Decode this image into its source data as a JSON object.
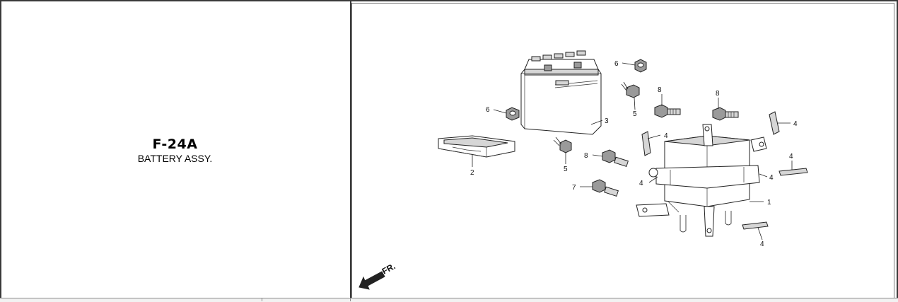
{
  "header": {
    "code": "F-24A",
    "name": "BATTERY ASSY."
  },
  "diagram": {
    "direction_label": "FR.",
    "callouts": [
      {
        "id": "c1",
        "label": "1"
      },
      {
        "id": "c2",
        "label": "2"
      },
      {
        "id": "c3",
        "label": "3"
      },
      {
        "id": "c4a",
        "label": "4"
      },
      {
        "id": "c4b",
        "label": "4"
      },
      {
        "id": "c4c",
        "label": "4"
      },
      {
        "id": "c4d",
        "label": "4"
      },
      {
        "id": "c4e",
        "label": "4"
      },
      {
        "id": "c4f",
        "label": "4"
      },
      {
        "id": "c5a",
        "label": "5"
      },
      {
        "id": "c5b",
        "label": "5"
      },
      {
        "id": "c6a",
        "label": "6"
      },
      {
        "id": "c6b",
        "label": "6"
      },
      {
        "id": "c7",
        "label": "7"
      },
      {
        "id": "c8a",
        "label": "8"
      },
      {
        "id": "c8b",
        "label": "8"
      },
      {
        "id": "c8c",
        "label": "8"
      }
    ]
  }
}
